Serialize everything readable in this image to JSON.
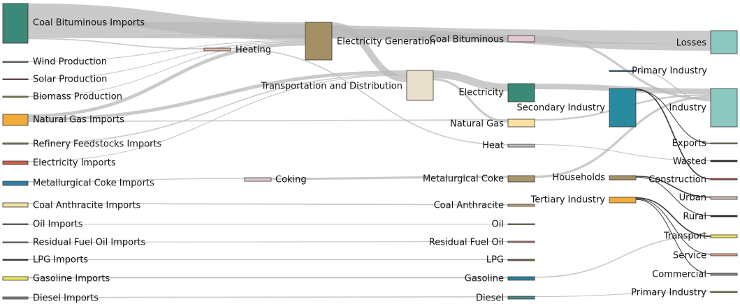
{
  "nodes": [
    {
      "id": "coal_bit_imp",
      "label": "Coal Bituminous Imports",
      "color": "#3a8a77"
    },
    {
      "id": "wind",
      "label": "Wind Production",
      "color": "#888888"
    },
    {
      "id": "solar",
      "label": "Solar Production",
      "color": "#c0504d"
    },
    {
      "id": "biomass",
      "label": "Biomass Production",
      "color": "#9aa040"
    },
    {
      "id": "ng_imp",
      "label": "Natural Gas Imports",
      "color": "#f2ab3a"
    },
    {
      "id": "refinery_imp",
      "label": "Refinery Feedstocks Imports",
      "color": "#9b9b6b"
    },
    {
      "id": "elec_imp",
      "label": "Electricity Imports",
      "color": "#cf5f49"
    },
    {
      "id": "metcoke_imp",
      "label": "Metallurgical Coke Imports",
      "color": "#2f7fa0"
    },
    {
      "id": "coal_anth_imp",
      "label": "Coal Anthracite Imports",
      "color": "#f5e3a0"
    },
    {
      "id": "oil_imp",
      "label": "Oil Imports",
      "color": "#999999"
    },
    {
      "id": "resid_imp",
      "label": "Residual Fuel Oil Imports",
      "color": "#999999"
    },
    {
      "id": "lpg_imp",
      "label": "LPG Imports",
      "color": "#333333"
    },
    {
      "id": "gasoline_imp",
      "label": "Gasoline Imports",
      "color": "#eeea60"
    },
    {
      "id": "diesel_imp",
      "label": "Diesel Imports",
      "color": "#8a8a8a"
    },
    {
      "id": "heating",
      "label": "Heating",
      "color": "#e0b9a6"
    },
    {
      "id": "coking",
      "label": "Coking",
      "color": "#e0c9d2"
    },
    {
      "id": "elec_gen",
      "label": "Electricity Generation",
      "color": "#a58f66"
    },
    {
      "id": "trans_dist",
      "label": "Transportation and Distribution",
      "color": "#e8dfcc"
    },
    {
      "id": "coal_bit",
      "label": "Coal Bituminous",
      "color": "#e3c8cf"
    },
    {
      "id": "electricity",
      "label": "Electricity",
      "color": "#3a8a77"
    },
    {
      "id": "natgas",
      "label": "Natural Gas",
      "color": "#f6e1a0"
    },
    {
      "id": "heat",
      "label": "Heat",
      "color": "#bdbdbd"
    },
    {
      "id": "metcoke",
      "label": "Metalurgical Coke",
      "color": "#a8956b"
    },
    {
      "id": "coal_anth",
      "label": "Coal Anthracite",
      "color": "#c9a27a"
    },
    {
      "id": "oil",
      "label": "Oil",
      "color": "#b0b070"
    },
    {
      "id": "resid",
      "label": "Residual Fuel Oil",
      "color": "#c08a80"
    },
    {
      "id": "lpg",
      "label": "LPG",
      "color": "#8a6a4a"
    },
    {
      "id": "gasoline",
      "label": "Gasoline",
      "color": "#2f7fa0"
    },
    {
      "id": "diesel",
      "label": "Diesel",
      "color": "#4a8a88"
    },
    {
      "id": "primary_ind",
      "label": "Primary Industry",
      "color": "#2a8aa0"
    },
    {
      "id": "secondary_ind",
      "label": "Secondary Industry",
      "color": "#2a8aa0"
    },
    {
      "id": "households",
      "label": "Households",
      "color": "#a58f66"
    },
    {
      "id": "tertiary_ind",
      "label": "Tertiary Industry",
      "color": "#f2ab3a"
    },
    {
      "id": "losses",
      "label": "Losses",
      "color": "#8ac8c0"
    },
    {
      "id": "industry",
      "label": "Industry",
      "color": "#8ac8c0"
    },
    {
      "id": "exports",
      "label": "Exports",
      "color": "#9b9b6b"
    },
    {
      "id": "wasted",
      "label": "Wasted",
      "color": "#222222"
    },
    {
      "id": "construction",
      "label": "Construction",
      "color": "#c0504d"
    },
    {
      "id": "urban",
      "label": "Urban",
      "color": "#c9b9b0"
    },
    {
      "id": "rural",
      "label": "Rural",
      "color": "#222222"
    },
    {
      "id": "transport",
      "label": "Transport",
      "color": "#eeea60"
    },
    {
      "id": "service",
      "label": "Service",
      "color": "#e0a088"
    },
    {
      "id": "commercial",
      "label": "Commercial",
      "color": "#888888"
    },
    {
      "id": "primary_industry_out",
      "label": "Primary Industry",
      "color": "#9aa040"
    }
  ],
  "links": [
    {
      "source": "coal_bit_imp",
      "target": "elec_gen",
      "value": 16
    },
    {
      "source": "coal_bit_imp",
      "target": "losses",
      "value": 12
    },
    {
      "source": "coal_bit_imp",
      "target": "coal_bit",
      "value": 3
    },
    {
      "source": "coal_bit_imp",
      "target": "heating",
      "value": 1
    },
    {
      "source": "wind",
      "target": "elec_gen",
      "value": 0.5
    },
    {
      "source": "solar",
      "target": "elec_gen",
      "value": 0.5
    },
    {
      "source": "biomass",
      "target": "elec_gen",
      "value": 0.5
    },
    {
      "source": "ng_imp",
      "target": "elec_gen",
      "value": 3
    },
    {
      "source": "ng_imp",
      "target": "trans_dist",
      "value": 3
    },
    {
      "source": "ng_imp",
      "target": "natgas",
      "value": 1
    },
    {
      "source": "refinery_imp",
      "target": "trans_dist",
      "value": 1
    },
    {
      "source": "elec_imp",
      "target": "trans_dist",
      "value": 0.5
    },
    {
      "source": "metcoke_imp",
      "target": "coking",
      "value": 1
    },
    {
      "source": "coal_anth_imp",
      "target": "coal_anth",
      "value": 1
    },
    {
      "source": "oil_imp",
      "target": "oil",
      "value": 0.5
    },
    {
      "source": "resid_imp",
      "target": "resid",
      "value": 0.5
    },
    {
      "source": "lpg_imp",
      "target": "lpg",
      "value": 0.5
    },
    {
      "source": "gasoline_imp",
      "target": "gasoline",
      "value": 1.5
    },
    {
      "source": "diesel_imp",
      "target": "diesel",
      "value": 1
    },
    {
      "source": "elec_gen",
      "target": "trans_dist",
      "value": 6
    },
    {
      "source": "elec_gen",
      "target": "losses",
      "value": 6
    },
    {
      "source": "heating",
      "target": "heat",
      "value": 1
    },
    {
      "source": "coking",
      "target": "metcoke",
      "value": 2
    },
    {
      "source": "trans_dist",
      "target": "electricity",
      "value": 7
    },
    {
      "source": "trans_dist",
      "target": "natgas",
      "value": 2
    },
    {
      "source": "electricity",
      "target": "industry",
      "value": 5
    },
    {
      "source": "natgas",
      "target": "industry",
      "value": 1.5
    },
    {
      "source": "metcoke",
      "target": "industry",
      "value": 2
    },
    {
      "source": "coal_bit",
      "target": "industry",
      "value": 2
    },
    {
      "source": "gasoline",
      "target": "transport",
      "value": 1
    },
    {
      "source": "primary_ind",
      "target": "industry",
      "value": 1
    },
    {
      "source": "secondary_ind",
      "target": "construction",
      "value": 1
    },
    {
      "source": "secondary_ind",
      "target": "exports",
      "value": 0.5
    },
    {
      "source": "households",
      "target": "urban",
      "value": 1
    },
    {
      "source": "households",
      "target": "rural",
      "value": 0.6
    },
    {
      "source": "tertiary_ind",
      "target": "transport",
      "value": 1
    },
    {
      "source": "tertiary_ind",
      "target": "service",
      "value": 0.6
    },
    {
      "source": "tertiary_ind",
      "target": "commercial",
      "value": 0.6
    },
    {
      "source": "diesel",
      "target": "primary_industry_out",
      "value": 0.5
    },
    {
      "source": "heat",
      "target": "wasted",
      "value": 0.5
    }
  ]
}
